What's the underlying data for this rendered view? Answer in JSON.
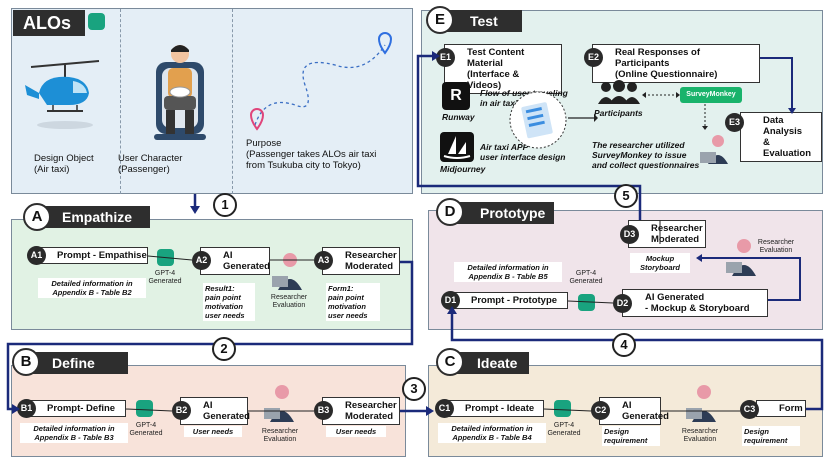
{
  "alos": {
    "title": "ALOs",
    "cells": [
      {
        "label": "Design Object\n(Air taxi)"
      },
      {
        "label": "User Character\n(Passenger)"
      },
      {
        "label": "Purpose\n(Passenger takes ALOs air taxi\nfrom Tsukuba city to Tokyo)"
      }
    ]
  },
  "flow_numbers": [
    "1",
    "2",
    "3",
    "4",
    "5"
  ],
  "common": {
    "gpt_caption": "GPT-4\nGenerated",
    "researcher_caption": "Researcher\nEvaluation"
  },
  "sections": {
    "A": {
      "letter": "A",
      "title": "Empathize",
      "steps": [
        {
          "id": "A1",
          "label": "Prompt - Empathise",
          "note": "Detailed information in\nAppendix B - Table B2"
        },
        {
          "id": "A2",
          "label": "AI\nGenerated",
          "note": "Result1:\npain point\nmotivation\nuser needs"
        },
        {
          "id": "A3",
          "label": "Researcher\nModerated",
          "note": "Form1:\npain point\nmotivation\nuser needs"
        }
      ]
    },
    "B": {
      "letter": "B",
      "title": "Define",
      "steps": [
        {
          "id": "B1",
          "label": "Prompt- Define",
          "note": "Detailed information in\nAppendix B - Table B3"
        },
        {
          "id": "B2",
          "label": "AI\nGenerated",
          "note": "User needs"
        },
        {
          "id": "B3",
          "label": "Researcher\nModerated",
          "note": "User needs"
        }
      ]
    },
    "C": {
      "letter": "C",
      "title": "Ideate",
      "steps": [
        {
          "id": "C1",
          "label": "Prompt - Ideate",
          "note": "Detailed information in\nAppendix B - Table B4"
        },
        {
          "id": "C2",
          "label": "AI\nGenerated",
          "note": "Design\nrequirement"
        },
        {
          "id": "C3",
          "label": "Form",
          "note": "Design\nrequirement"
        }
      ]
    },
    "D": {
      "letter": "D",
      "title": "Prototype",
      "steps": [
        {
          "id": "D1",
          "label": "Prompt - Prototype",
          "note": "Detailed information in\nAppendix B - Table B5"
        },
        {
          "id": "D2",
          "label": "AI Generated\n- Mockup & Storyboard"
        },
        {
          "id": "D3",
          "label": "Researcher\nModerated",
          "note": "Mockup\nStoryboard"
        }
      ]
    },
    "E": {
      "letter": "E",
      "title": "Test",
      "steps": [
        {
          "id": "E1",
          "label": "Test Content Material\n(Interface & Videos)"
        },
        {
          "id": "E2",
          "label": "Real Responses of Participants\n(Online Questionnaire)"
        },
        {
          "id": "E3",
          "label": "Data Analysis\n& Evaluation"
        }
      ],
      "runway_label": "Runway",
      "midjourney_label": "Midjourney",
      "flow_text": "Flow of user traveling\nin air taxi",
      "app_text": "Air taxi APP\nuser interface design",
      "participants_label": "Participants",
      "surveymonkey_label": "SurveyMonkey",
      "researcher_text": "The researcher utilized\nSurveyMonkey to issue\nand collect questionnaires"
    }
  }
}
